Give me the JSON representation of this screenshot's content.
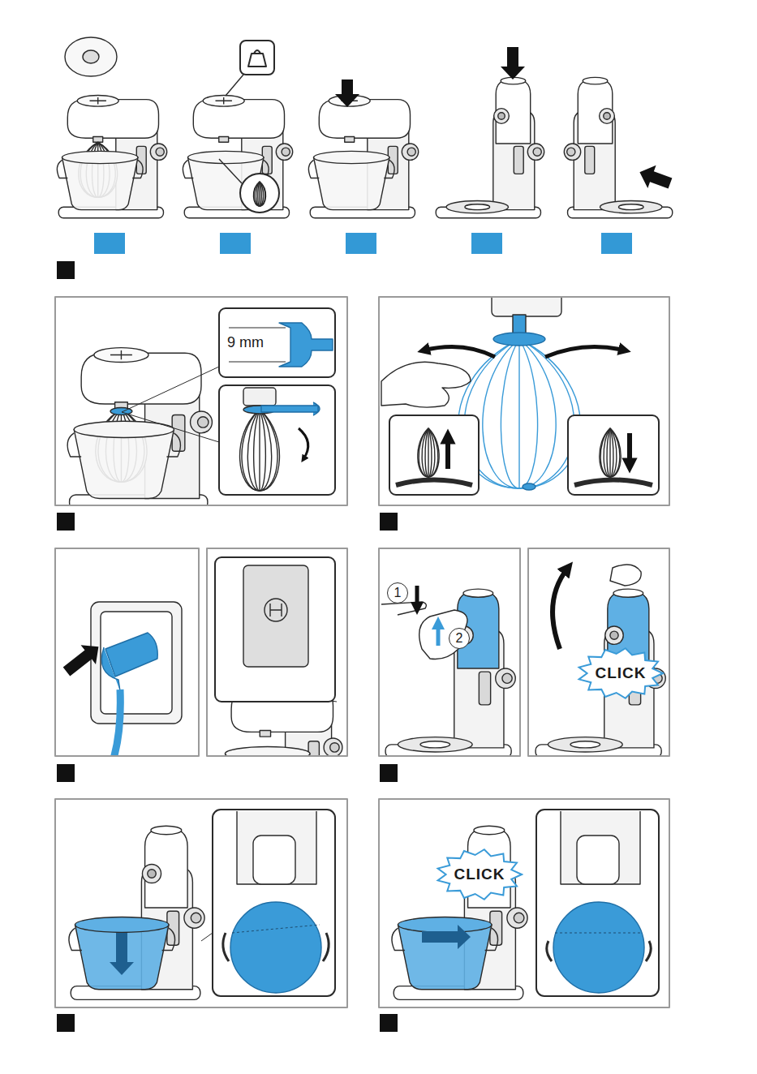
{
  "diagram": {
    "nodes": [
      {
        "text": [
          "9 mm"
        ]
      },
      {
        "text": [
          "1"
        ]
      },
      {
        "text": [
          "2"
        ]
      },
      {
        "text": [
          "CLICK"
        ]
      },
      {
        "text": [
          "CLICK"
        ]
      }
    ]
  }
}
